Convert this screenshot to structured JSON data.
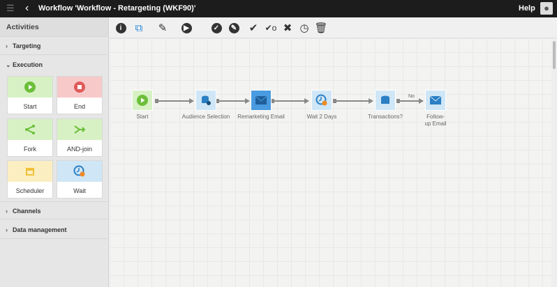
{
  "header": {
    "title": "Workflow 'Workflow - Retargeting (WKF90)'",
    "help": "Help"
  },
  "sidebar": {
    "title": "Activities",
    "sections": {
      "targeting": "Targeting",
      "execution": "Execution",
      "channels": "Channels",
      "data_management": "Data management"
    },
    "tiles": [
      {
        "label": "Start"
      },
      {
        "label": "End"
      },
      {
        "label": "Fork"
      },
      {
        "label": "AND-join"
      },
      {
        "label": "Scheduler"
      },
      {
        "label": "Wait"
      }
    ]
  },
  "toolbar": [
    "info-icon",
    "workflow-view-icon",
    "edit-icon",
    "play-icon",
    "approve-icon",
    "edit-circle-icon",
    "check-icon",
    "check-all-icon",
    "close-icon",
    "history-icon",
    "trash-icon"
  ],
  "workflow": {
    "nodes": [
      {
        "label": "Start"
      },
      {
        "label": "Audience Selection"
      },
      {
        "label": "Remarketing Email"
      },
      {
        "label": "Wait 2 Days"
      },
      {
        "label": "Transactions?"
      },
      {
        "label": "Follow-up Email"
      }
    ],
    "transition_label": "No"
  },
  "colors": {
    "green": "#d7f1c4",
    "red": "#f7c9c9",
    "yellow": "#fbeec0",
    "blue": "#cfe6f6",
    "selected": "#4a9be0"
  }
}
